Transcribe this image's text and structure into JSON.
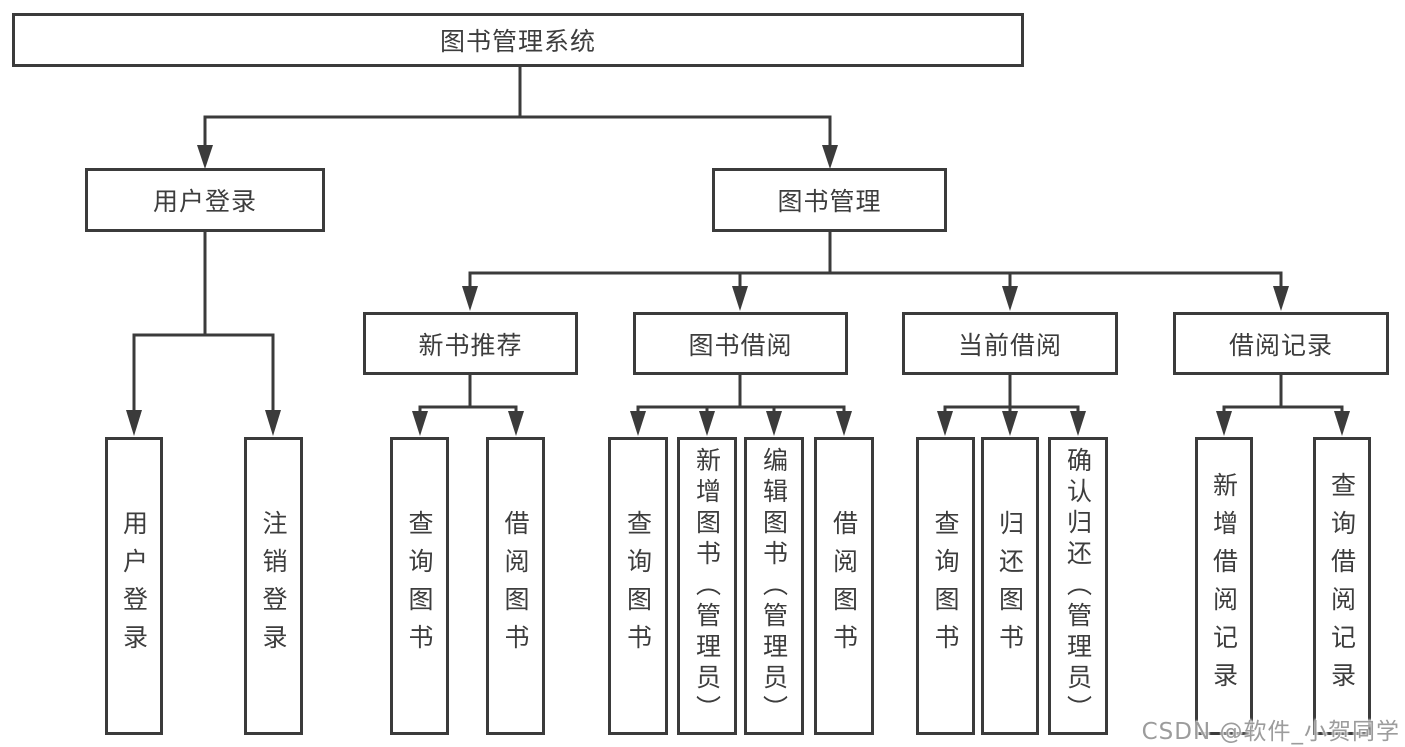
{
  "tree": {
    "root": {
      "label": "图书管理系统",
      "children": [
        {
          "label": "用户登录",
          "children": [
            {
              "label": "用户登录"
            },
            {
              "label": "注销登录"
            }
          ]
        },
        {
          "label": "图书管理",
          "children": [
            {
              "label": "新书推荐",
              "children": [
                {
                  "label": "查询图书"
                },
                {
                  "label": "借阅图书"
                }
              ]
            },
            {
              "label": "图书借阅",
              "children": [
                {
                  "label": "查询图书"
                },
                {
                  "label": "新增图书（管理员）"
                },
                {
                  "label": "编辑图书（管理员）"
                },
                {
                  "label": "借阅图书"
                }
              ]
            },
            {
              "label": "当前借阅",
              "children": [
                {
                  "label": "查询图书"
                },
                {
                  "label": "归还图书"
                },
                {
                  "label": "确认归还（管理员）"
                }
              ]
            },
            {
              "label": "借阅记录",
              "children": [
                {
                  "label": "新增借阅记录"
                },
                {
                  "label": "查询借阅记录"
                }
              ]
            }
          ]
        }
      ]
    }
  },
  "watermark": "CSDN @软件_小贺同学",
  "colors": {
    "line": "#3b3b3b",
    "text": "#3d3d3d",
    "watermark": "#9c9c9c",
    "background": "#ffffff"
  }
}
